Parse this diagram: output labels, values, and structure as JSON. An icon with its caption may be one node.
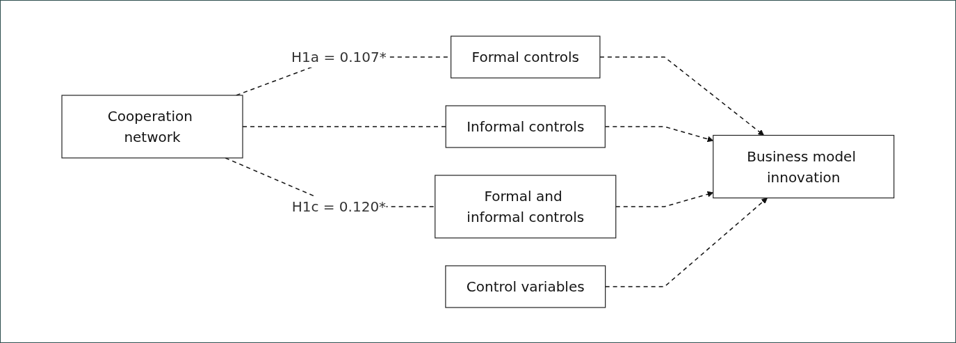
{
  "diagram": {
    "nodes": [
      {
        "text": [
          "Cooperation network"
        ]
      },
      {
        "text": [
          "Formal controls"
        ]
      },
      {
        "text": [
          "Informal controls"
        ]
      },
      {
        "text": [
          "Formal and informal controls"
        ]
      },
      {
        "text": [
          "Control variables"
        ]
      },
      {
        "text": [
          "Business model innovation"
        ]
      }
    ],
    "edges": [
      {
        "from": 0,
        "to": 1,
        "arrow": "none",
        "style": "dashed",
        "label": "H1a = 0.107*"
      },
      {
        "from": 0,
        "to": 2,
        "arrow": "none",
        "style": "dashed"
      },
      {
        "from": 0,
        "to": 3,
        "arrow": "none",
        "style": "dashed",
        "label": "H1c = 0.120*"
      },
      {
        "from": 1,
        "to": 5,
        "arrow": "to",
        "style": "dashed"
      },
      {
        "from": 2,
        "to": 5,
        "arrow": "to",
        "style": "dashed"
      },
      {
        "from": 3,
        "to": 5,
        "arrow": "to",
        "style": "dashed"
      },
      {
        "from": 4,
        "to": 5,
        "arrow": "to",
        "style": "dashed"
      }
    ]
  }
}
